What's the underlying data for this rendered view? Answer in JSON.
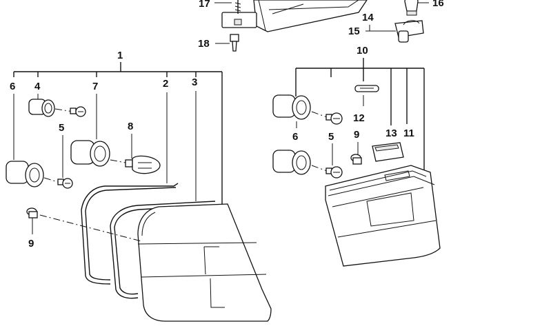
{
  "callouts": {
    "c1": "1",
    "c2": "2",
    "c3": "3",
    "c4": "4",
    "c5a": "5",
    "c5b": "5",
    "c6a": "6",
    "c6b": "6",
    "c7": "7",
    "c8": "8",
    "c9a": "9",
    "c9b": "9",
    "c10": "10",
    "c11": "11",
    "c12": "12",
    "c13": "13",
    "c14": "14",
    "c15": "15",
    "c16": "16",
    "c17": "17",
    "c18": "18"
  }
}
